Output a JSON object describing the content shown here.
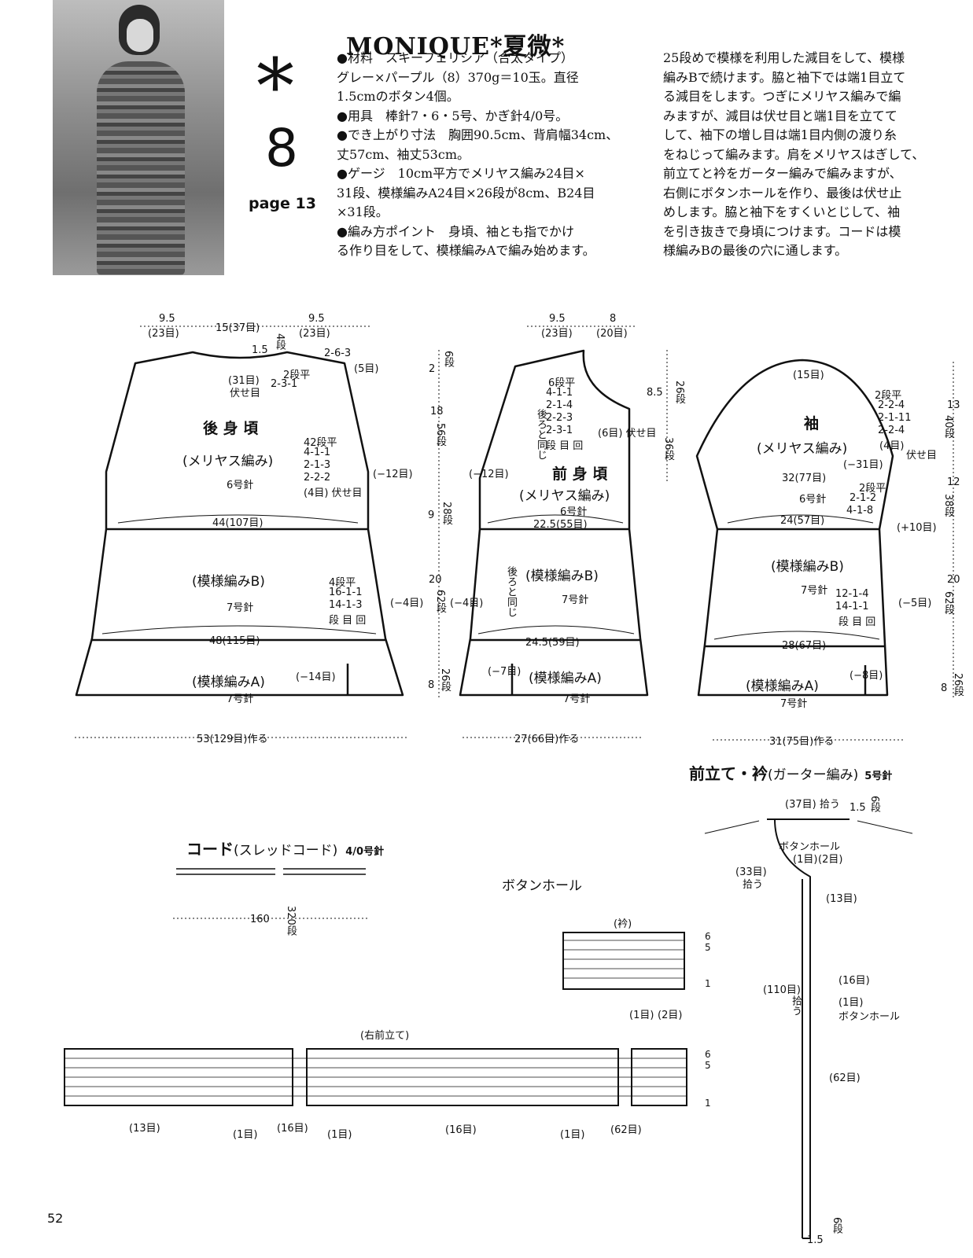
{
  "header": {
    "star": "*",
    "number": "8",
    "page_ref": "page 13",
    "title": "MONIQUE*夏微*"
  },
  "photo": {
    "alt_icon": "model-photo"
  },
  "text_col1": [
    "●材料　スキーフェリシア（合太タイプ）",
    "グレー×パープル（8）370g＝10玉。直径",
    "1.5cmのボタン4個。",
    "●用具　棒針7・6・5号、かぎ針4/0号。",
    "●でき上がり寸法　胸囲90.5cm、背肩幅34cm、",
    "丈57cm、袖丈53cm。",
    "●ゲージ　10cm平方でメリヤス編み24目×",
    "31段、模様編みA24目×26段が8cm、B24目",
    "×31段。",
    "●編み方ポイント　身頃、袖とも指でかけ",
    "る作り目をして、模様編みAで編み始めます。"
  ],
  "text_col2": [
    "25段めで模様を利用した減目をして、模様",
    "編みBで続けます。脇と袖下では端1目立て",
    "る減目をします。つぎにメリヤス編みで編",
    "みますが、減目は伏せ目と端1目を立てて",
    "して、袖下の増し目は端1目内側の渡り糸",
    "をねじって編みます。肩をメリヤスはぎして、",
    "前立てと衿をガーター編みで編みますが、",
    "右側にボタンホールを作り、最後は伏せ止",
    "めします。脇と袖下をすくいとじして、袖",
    "を引き抜きで身頃につけます。コードは模",
    "様編みBの最後の穴に通します。"
  ],
  "back": {
    "top_l": "9.5",
    "top_l2": "(23目)",
    "top_c": "15(37目)",
    "top_r": "9.5",
    "top_r2": "(23目)",
    "neck_h": "1.5",
    "neck_rows": "4段",
    "neck_dec": "2-6-3",
    "neck_dec2": "(5目)",
    "bind": "(31目)",
    "bind2": "伏せ目",
    "flat2": "2段平",
    "dec231": "2-3-1",
    "name": "後 身 頃",
    "stitch": "(メリヤス編み)",
    "needle6": "6号針",
    "arm1": "42段平",
    "arm2": "4-1-1",
    "arm3": "2-1-3",
    "arm4": "2-2-2",
    "arm5": "(4目) 伏せ目",
    "dec12": "(−12目)",
    "w44": "44(107目)",
    "patB": "(模様編みB)",
    "needle7a": "7号針",
    "b1": "4段平",
    "b2": "16-1-1",
    "b3": "14-1-3",
    "b4": "段 目 回",
    "dec4a": "(−4目)",
    "dec4b": "(−4目)",
    "w48": "48(115目)",
    "patA": "(模様編みA)",
    "needle7b": "7号針",
    "dec14": "(−14目)",
    "cast": "53(129目)作る"
  },
  "side_dims": {
    "h2": "2",
    "h2r": "6段",
    "h18": "18",
    "h18r": "56段",
    "h9": "9",
    "h9r": "28段",
    "h20": "20",
    "h20r": "62段",
    "h8": "8",
    "h8r": "26段"
  },
  "front": {
    "top_l": "9.5",
    "top_l2": "(23目)",
    "top_r": "8",
    "top_r2": "(20目)",
    "n1": "6段平",
    "n2": "4-1-1",
    "n3": "2-1-4",
    "n4": "2-2-3",
    "n5": "2-3-1",
    "n6": "段 目 回",
    "same": "後ろと同じ",
    "bind": "(6目) 伏せ目",
    "h85": "8.5",
    "h26": "26段",
    "h36": "36段",
    "dec12": "(−12目)",
    "name": "前 身 頃",
    "stitch": "(メリヤス編み)",
    "needle6": "6号針",
    "w225": "22.5(55目)",
    "patB": "(模様編みB)",
    "same2": "後ろと同じ",
    "needle7a": "7号針",
    "w245": "24.5(59目)",
    "patA": "(模様編みA)",
    "dec7": "(−7目)",
    "needle7b": "7号針",
    "cast": "27(66目)作る"
  },
  "sleeve": {
    "top": "(15目)",
    "c1": "2段平",
    "c2": "2-2-4",
    "c3": "2-1-11",
    "c4": "2-2-4",
    "c5": "(4目)",
    "c6": "伏せ目",
    "name": "袖",
    "stitch": "(メリヤス編み)",
    "dec31": "(−31目)",
    "w32": "32(77目)",
    "needle6": "6号針",
    "i1": "2段平",
    "i2": "2-1-2",
    "i3": "4-1-8",
    "w24": "24(57目)",
    "inc10": "(+10目)",
    "patB": "(模様編みB)",
    "needle7a": "7号針",
    "j1": "12-1-4",
    "j2": "14-1-1",
    "j3": "段 目 回",
    "dec5": "(−5目)",
    "w28": "28(67目)",
    "patA": "(模様編みA)",
    "dec8": "(−8目)",
    "needle7b": "7号針",
    "cast": "31(75目)作る",
    "h13": "13",
    "h13r": "40段",
    "h12": "12",
    "h12r": "38段",
    "h20": "20",
    "h20r": "62段",
    "h8": "8",
    "h8r": "26段"
  },
  "band": {
    "title": "前立て・衿",
    "sub": "(ガーター編み)",
    "needle": "5号針",
    "pick37": "(37目) 拾う",
    "h15": "1.5",
    "h6": "6段",
    "bh": "ボタンホール",
    "bh1": "(1目)",
    "bh2": "(2目)",
    "pick33": "(33目)",
    "pick33b": "拾う",
    "s13": "(13目)",
    "s16": "(16目)",
    "pick110": "(110目)",
    "pick110b": "拾う",
    "bh_1": "(1目)",
    "bh_lbl": "ボタンホール",
    "s62": "(62目)",
    "bot15": "1.5",
    "bot6": "6段"
  },
  "cord": {
    "title": "コード",
    "sub": "(スレッドコード)",
    "needle": "4/0号針",
    "len": "160",
    "rows": "320段"
  },
  "buttonhole_chart": {
    "title": "ボタンホール",
    "collar": "(衿)",
    "r6": "6",
    "r5": "5",
    "r1": "1",
    "c1": "(1目)",
    "c2": "(2目)",
    "right": "(右前立て)",
    "s13": "(13目)",
    "s1a": "(1目)",
    "s16a": "(16目)",
    "s1b": "(1目)",
    "s16b": "(16目)",
    "s1c": "(1目)",
    "s62": "(62目)",
    "rr6": "6",
    "rr5": "5",
    "rr1": "1"
  },
  "footer": {
    "page_num": "52"
  }
}
